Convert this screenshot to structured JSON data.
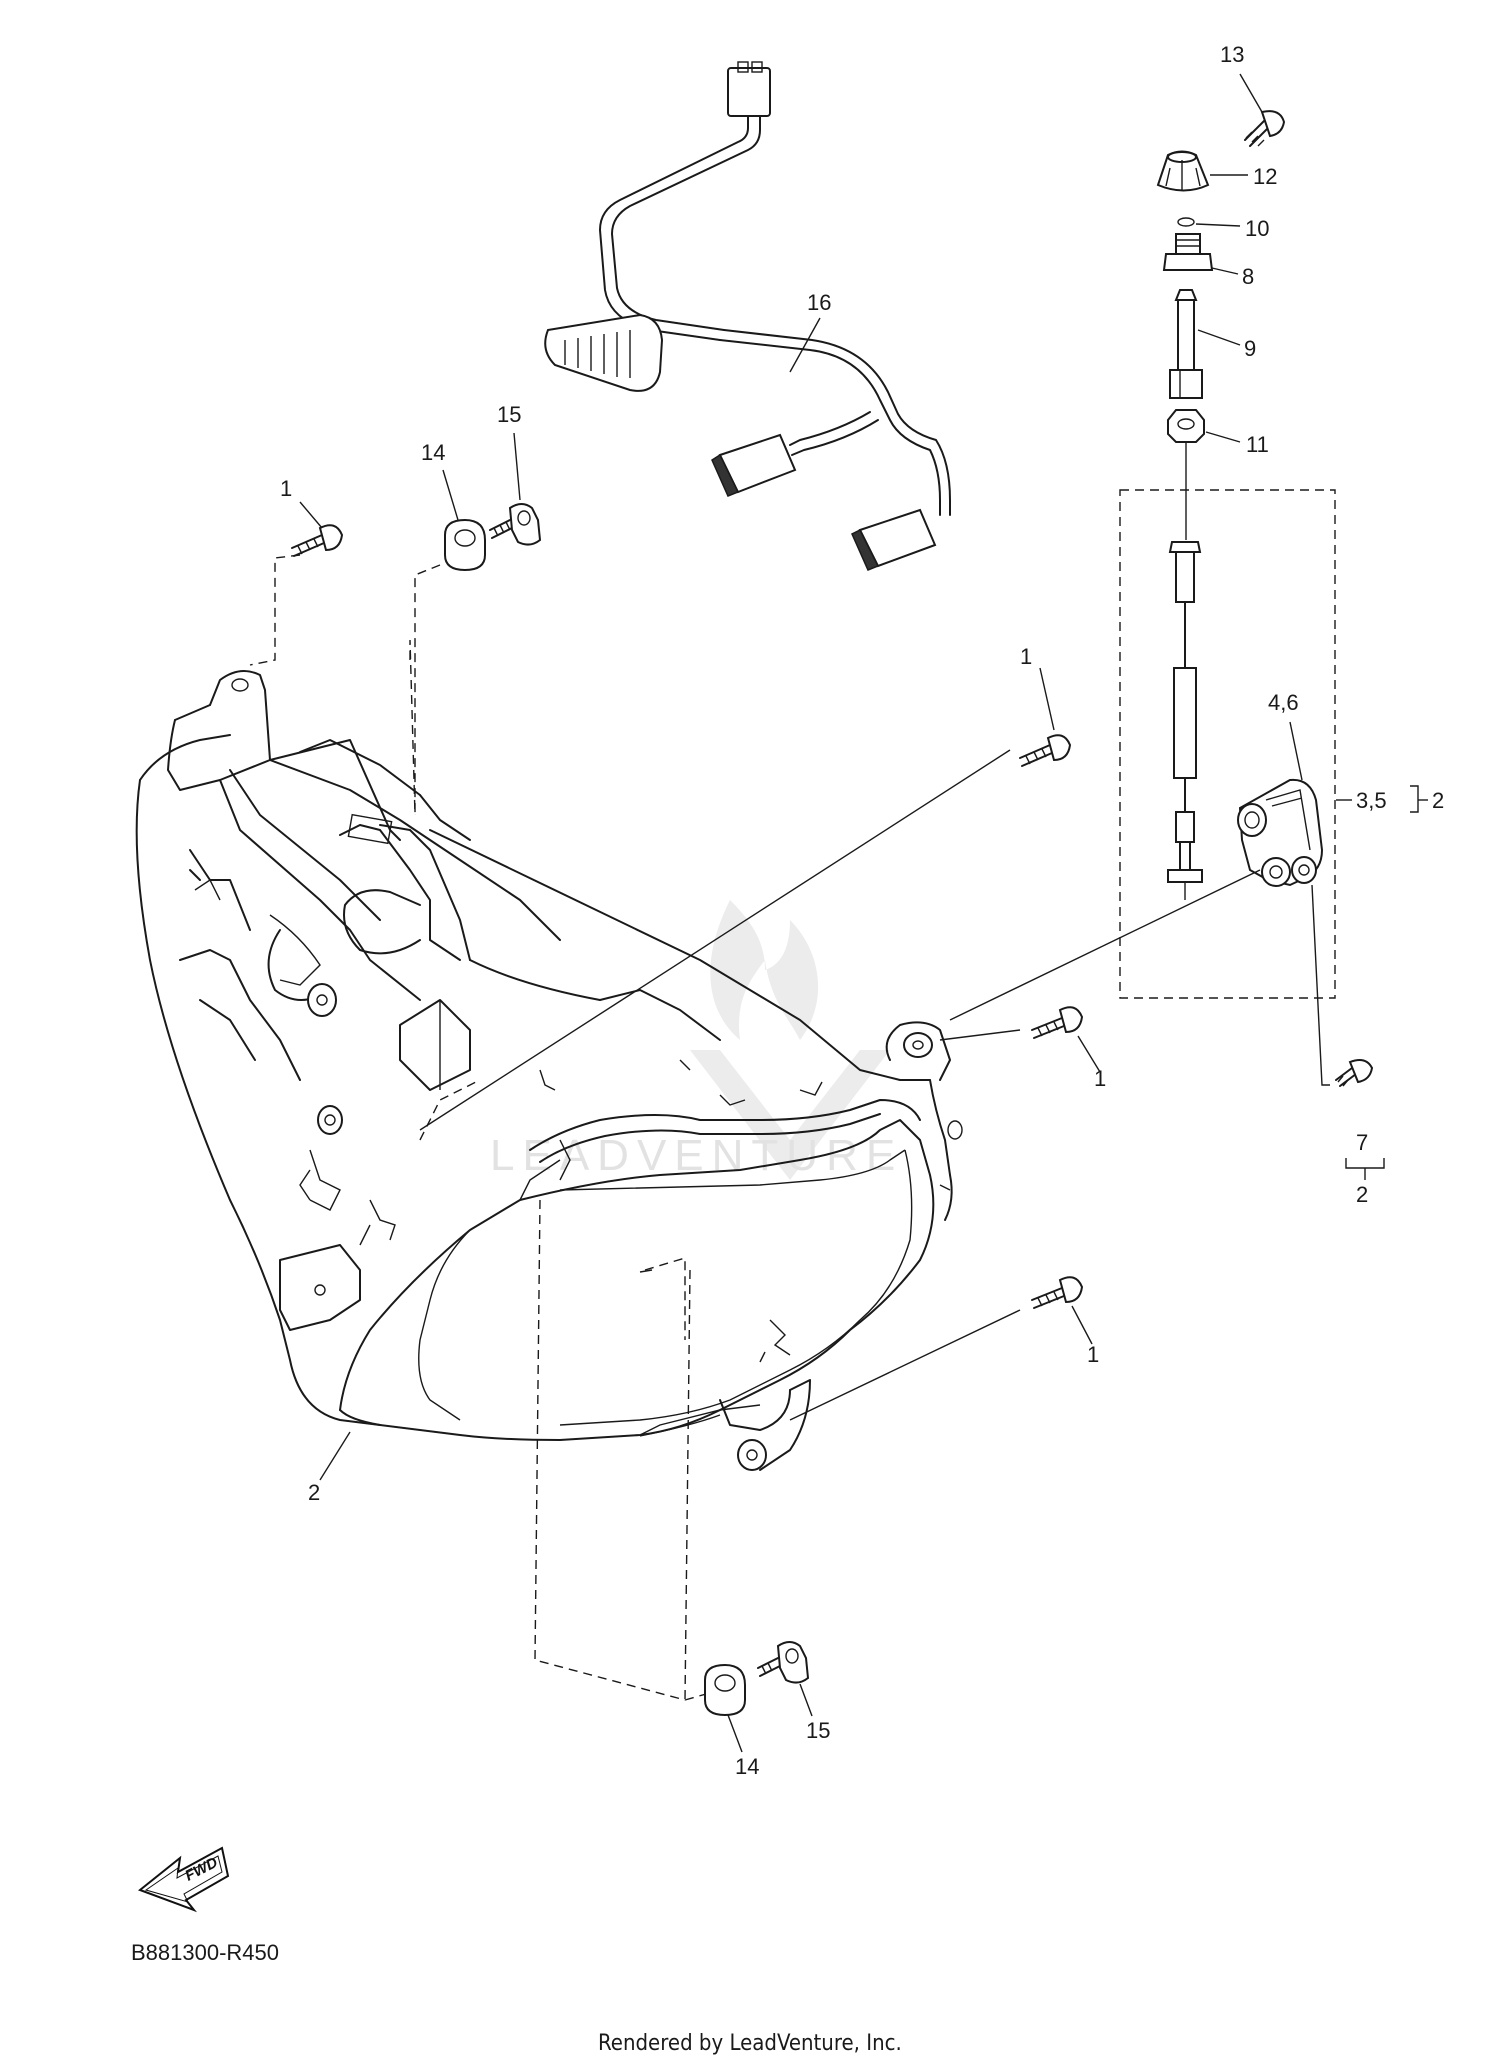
{
  "callouts": {
    "c13": "13",
    "c12": "12",
    "c10": "10",
    "c8": "8",
    "c9": "9",
    "c11": "11",
    "c16": "16",
    "c15_top": "15",
    "c14_top": "14",
    "c1_top_left": "1",
    "c1_mid": "1",
    "c46": "4,6",
    "c35": "3,5",
    "c2_bracket": "2",
    "c1_right": "1",
    "c7": "7",
    "c2_sub": "2",
    "c1_lower": "1",
    "c2_main": "2",
    "c15_bottom": "15",
    "c14_bottom": "14"
  },
  "fwd_label": "FWD",
  "diagram_code": "B881300-R450",
  "footer_text": "Rendered by LeadVenture, Inc.",
  "watermark_text": "LEADVENTURE",
  "colors": {
    "line": "#1a1a1a",
    "watermark": "#e2e2e2"
  }
}
